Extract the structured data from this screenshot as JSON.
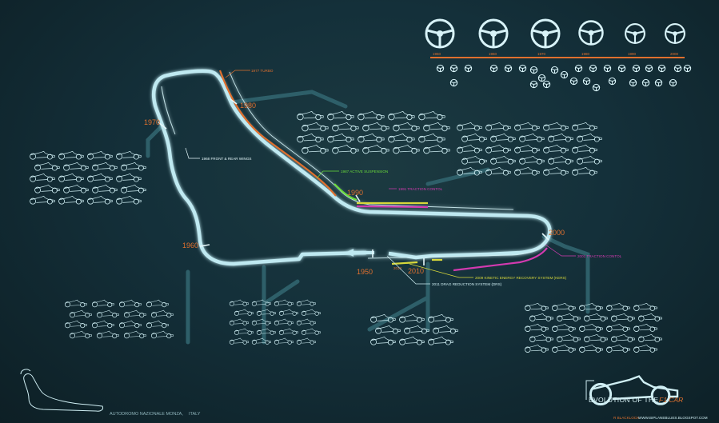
{
  "colors": {
    "background": "#14303a",
    "track": "#bfe9f1",
    "track_glow": "#3fc7d8",
    "spur": "#2e5f69",
    "accent_orange": "#e0702e",
    "green": "#6bdc3a",
    "magenta": "#d33ab0",
    "yellow": "#d8d83a"
  },
  "decades": {
    "d1950": "1950",
    "d1960": "1960",
    "d1970": "1970",
    "d1980": "1980",
    "d1990": "1990",
    "d2000": "2000",
    "d2010": "2010",
    "d2013": "2013"
  },
  "timeline": {
    "ticks": [
      "1950",
      "1960",
      "1970",
      "1980",
      "1990",
      "2000"
    ]
  },
  "annotations": {
    "turbo": "1977 TURBO",
    "wings": "1968 FRONT & REAR WINGS",
    "active_suspension": "1987 ACTIVE SUSPENSION",
    "traction_1991": "1991 TRACTION CONTOL",
    "traction_2001": "2001 TRACTION CONTOL",
    "kers": "2009 KINETIC ENERGY RECOVERY SYSTEM (KERS)",
    "drs": "2011 DRAG REDUCTION SYSTEM (DRS)"
  },
  "footer": {
    "circuit": "AUTODROMO NAZIONALE MONZA,",
    "country": "ITALY",
    "credit_name": "R BLACKLOCK",
    "credit_site": "WWW.BIPLANEBLUES.BLOGSPOT.COM"
  },
  "title": {
    "prefix": "EVOLUTION OF THE",
    "highlight": "F1 CAR"
  },
  "icons": {
    "steering_wheel": "steering-wheel-icon",
    "car": "f1-car-silhouette-icon",
    "circuit": "monza-circuit-outline-icon"
  }
}
